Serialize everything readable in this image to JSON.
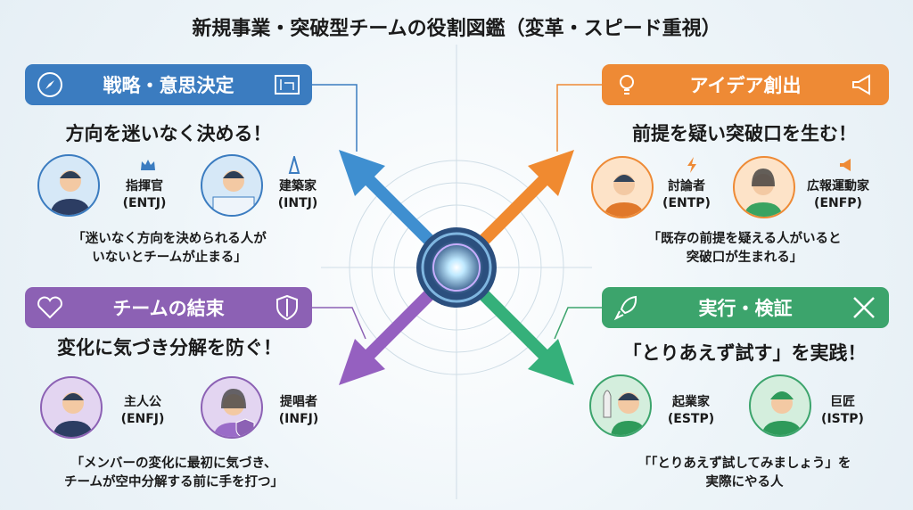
{
  "title": "新規事業・突破型チームの役割図鑑（変革・スピード重視）",
  "colors": {
    "strategy": "#3b7cc0",
    "idea": "#ee8a35",
    "bond": "#8c61b4",
    "execute": "#3ca46c"
  },
  "sections": [
    {
      "header": "戦略・意思決定",
      "subtitle": "方向を迷いなく決める！",
      "icons": [
        "compass-icon",
        "blueprint-icon"
      ],
      "roles": [
        {
          "name": "指揮官",
          "type": "(ENTJ)",
          "badge": "crown-icon"
        },
        {
          "name": "建築家",
          "type": "(INTJ)",
          "badge": "tower-icon"
        }
      ],
      "quote": [
        "「迷いなく方向を決められる人が",
        "いないとチームが止まる」"
      ]
    },
    {
      "header": "アイデア創出",
      "subtitle": "前提を疑い突破口を生む！",
      "icons": [
        "lightbulb-icon",
        "megaphone-icon"
      ],
      "roles": [
        {
          "name": "討論者",
          "type": "(ENTP)",
          "badge": "lightning-icon"
        },
        {
          "name": "広報運動家",
          "type": "(ENFP)",
          "badge": "megaphone-sparkle-icon"
        }
      ],
      "quote": [
        "「既存の前提を疑える人がいると",
        "突破口が生まれる」"
      ]
    },
    {
      "header": "チームの結束",
      "subtitle": "変化に気づき分解を防ぐ！",
      "icons": [
        "heart-icon",
        "shield-icon"
      ],
      "roles": [
        {
          "name": "主人公",
          "type": "(ENFJ)"
        },
        {
          "name": "提唱者",
          "type": "(INFJ)"
        }
      ],
      "quote": [
        "「メンバーの変化に最初に気づき、",
        "チームが空中分解する前に手を打つ」"
      ]
    },
    {
      "header": "実行・検証",
      "subtitle": "「とりあえず試す」を実践！",
      "icons": [
        "rocket-icon",
        "tools-icon"
      ],
      "roles": [
        {
          "name": "起業家",
          "type": "(ESTP)"
        },
        {
          "name": "巨匠",
          "type": "(ISTP)"
        }
      ],
      "quote": [
        "「「とりあえず試してみましょう」を",
        "実際にやる人"
      ]
    }
  ]
}
